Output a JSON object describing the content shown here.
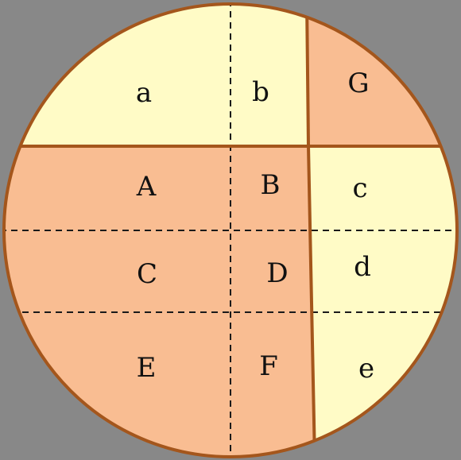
{
  "colors": {
    "background": "#888888",
    "light_region": "#FFFBC6",
    "dark_region": "#F9BD92",
    "outline": "#A4561C",
    "dashed_line": "#1a1a1a",
    "label_text": "#111111"
  },
  "labels": {
    "a": "a",
    "b": "b",
    "G": "G",
    "A": "A",
    "B": "B",
    "c": "c",
    "C": "C",
    "D": "D",
    "d": "d",
    "E": "E",
    "F": "F",
    "e": "e"
  }
}
